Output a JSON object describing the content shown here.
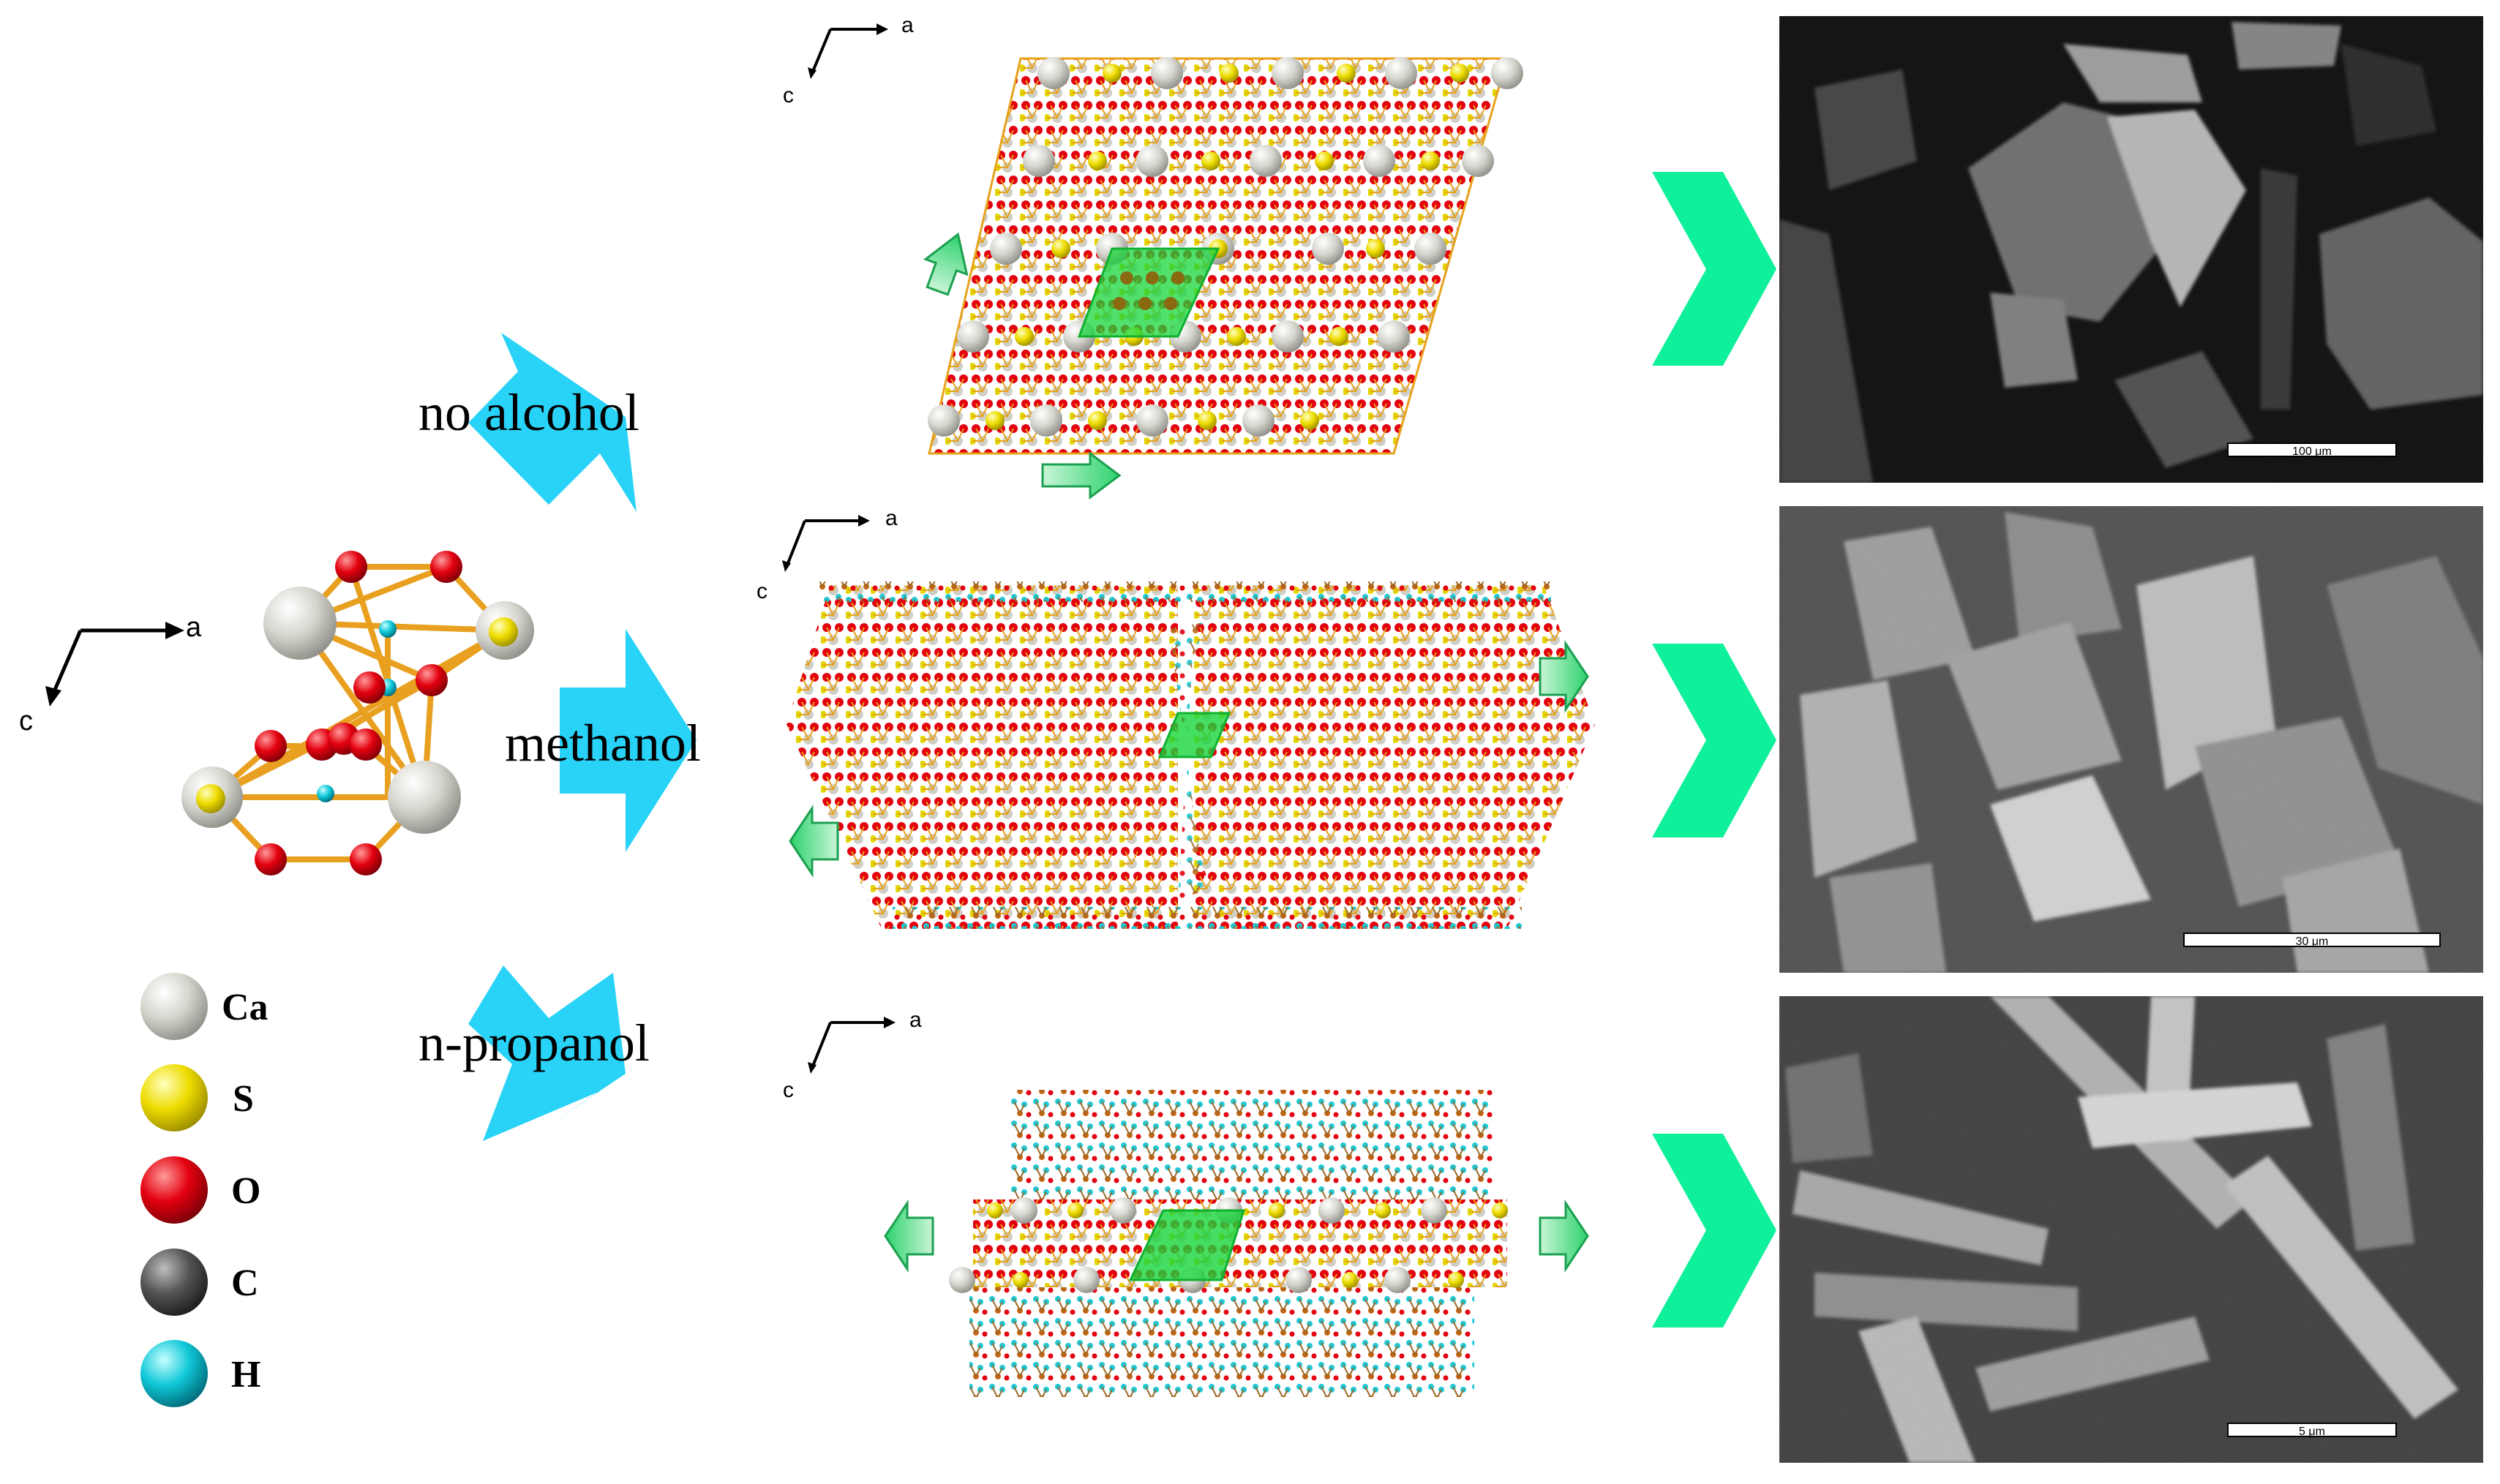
{
  "routes": {
    "no_alcohol": "no alcohol",
    "methanol": "methanol",
    "n_propanol": "n-propanol"
  },
  "axes": {
    "a": "a",
    "c": "c"
  },
  "legend": [
    {
      "symbol": "Ca",
      "color": "#d9d9d2"
    },
    {
      "symbol": "S",
      "color": "#f0e000"
    },
    {
      "symbol": "O",
      "color": "#e3000f"
    },
    {
      "symbol": "C",
      "color": "#555555"
    },
    {
      "symbol": "H",
      "color": "#10c8d8"
    }
  ],
  "scale_bars": {
    "top": "100 μm",
    "middle": "30 μm",
    "bottom": "5 μm"
  },
  "colors": {
    "route_arrow": "#29d3f7",
    "chevron": "#0ff09a",
    "bond": "#e7a21c",
    "highlight": "#18d53c"
  }
}
